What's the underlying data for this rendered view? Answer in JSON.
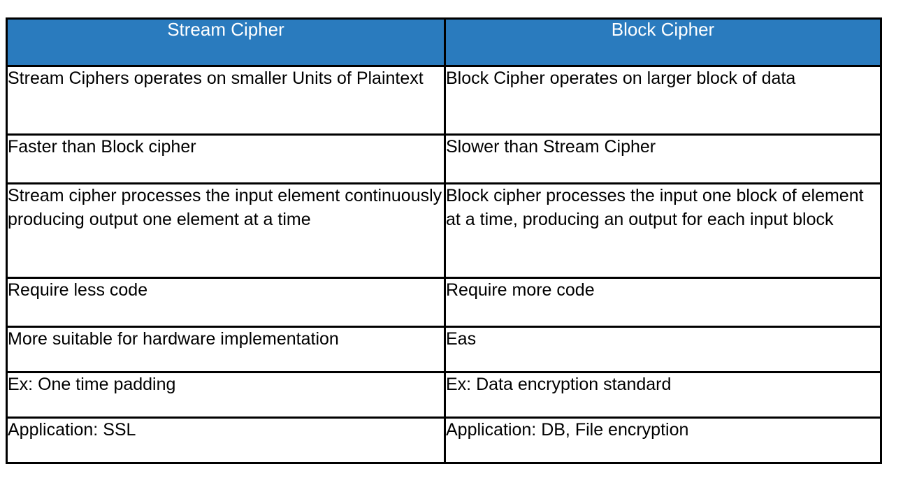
{
  "table": {
    "title": "Stream Cipher vs Block Cipher comparison",
    "accent_color": "#2A7BBE",
    "header_text_color": "#FFFFFF",
    "border_color": "#000000",
    "body_text_color": "#000000",
    "background_color": "#FFFFFF",
    "columns": [
      {
        "label": "Stream Cipher"
      },
      {
        "label": "Block Cipher"
      }
    ],
    "rows": [
      {
        "left": "Stream Ciphers operates on smaller Units of Plaintext",
        "right": "Block Cipher operates on larger block of data"
      },
      {
        "left": "Faster than Block cipher",
        "right": "Slower than Stream Cipher"
      },
      {
        "left": "Stream cipher processes the input element continuously producing output one element at a time",
        "right": "Block cipher processes the input one block of element at a time, producing an output for each input block"
      },
      {
        "left": "Require less code",
        "right": "Require more code"
      },
      {
        "left": "More suitable for hardware implementation",
        "right": "Eas"
      },
      {
        "left": "Ex: One time padding",
        "right": "Ex: Data encryption standard"
      },
      {
        "left": "Application: SSL",
        "right": "Application: DB, File encryption"
      }
    ]
  }
}
